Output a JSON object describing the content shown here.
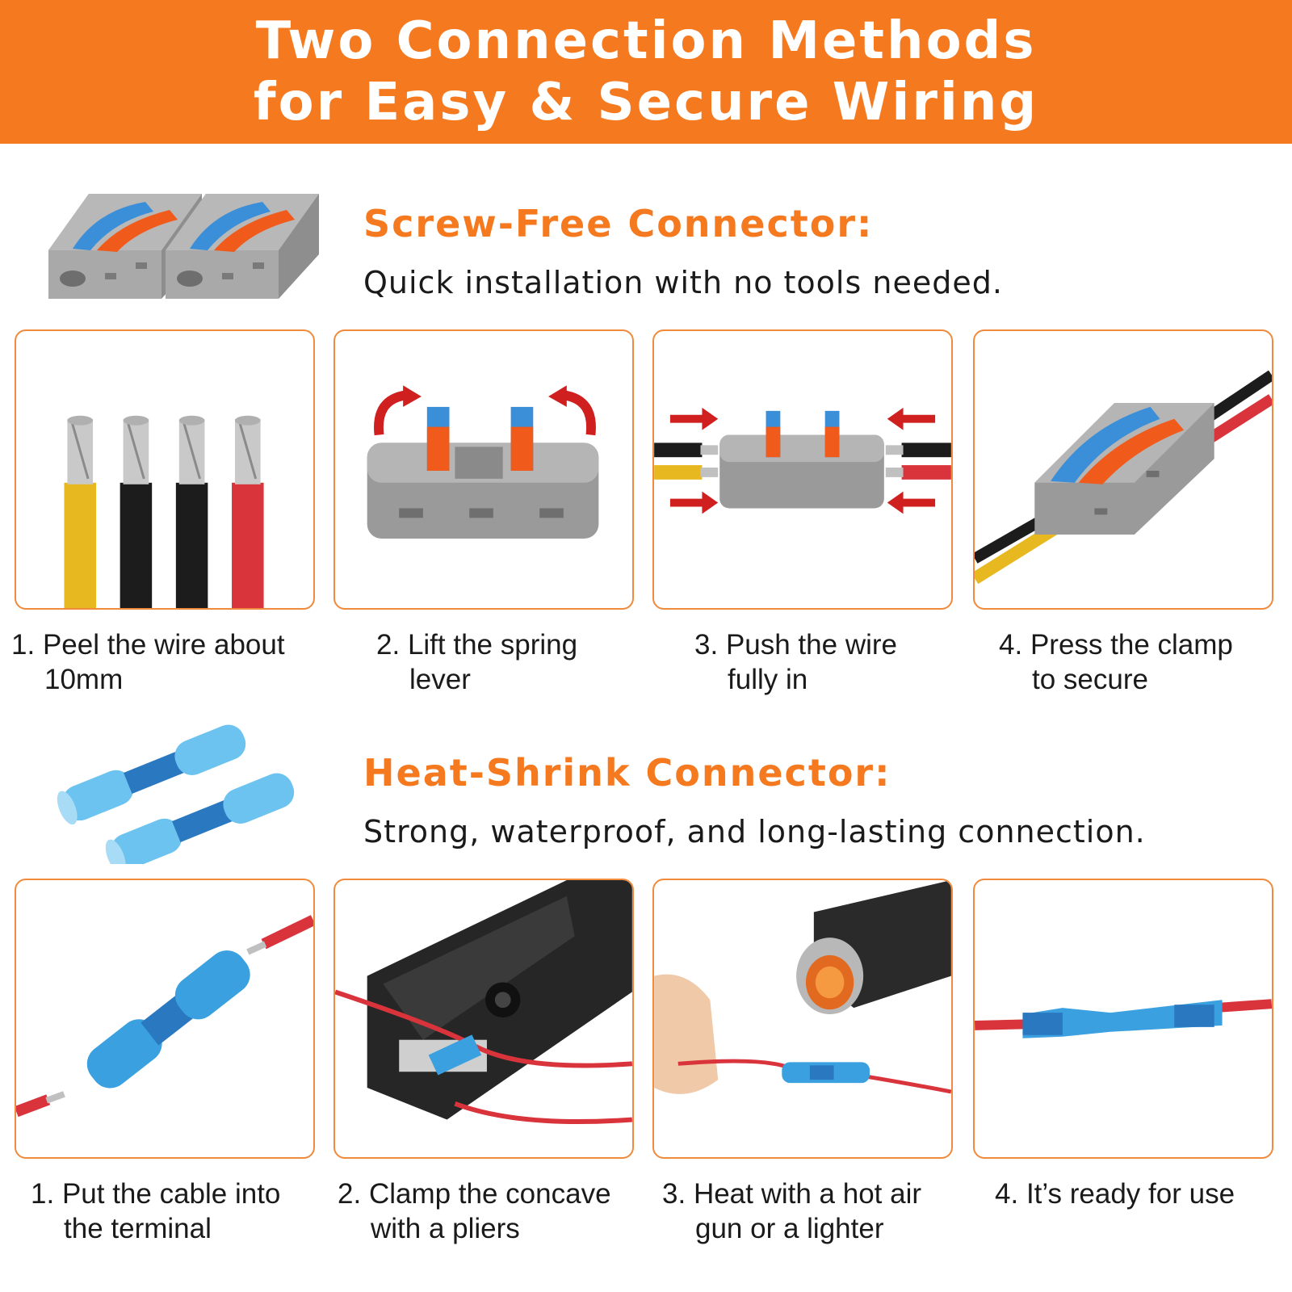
{
  "banner": {
    "line1": "Two Connection Methods",
    "line2": "for Easy & Secure Wiring",
    "color": "#f5791f"
  },
  "screw_free": {
    "title": "Screw-Free Connector:",
    "subtitle": "Quick installation with no tools needed.",
    "steps": [
      {
        "num": "1.",
        "line1": "Peel the wire about",
        "line2": "10mm"
      },
      {
        "num": "2.",
        "line1": "Lift the spring",
        "line2": "lever"
      },
      {
        "num": "3.",
        "line1": "Push the wire",
        "line2": "fully in"
      },
      {
        "num": "4.",
        "line1": "Press the clamp",
        "line2": "to secure"
      }
    ]
  },
  "heat_shrink": {
    "title": "Heat-Shrink Connector:",
    "subtitle": "Strong, waterproof, and long-lasting connection.",
    "steps": [
      {
        "num": "1.",
        "line1": "Put the cable into",
        "line2": "the terminal"
      },
      {
        "num": "2.",
        "line1": "Clamp the concave",
        "line2": "with a pliers"
      },
      {
        "num": "3.",
        "line1": "Heat with a hot air",
        "line2": "gun or a lighter"
      },
      {
        "num": "4.",
        "line1": "It’s ready for use",
        "line2": ""
      }
    ]
  },
  "colors": {
    "accent": "#f5791f",
    "connector_gray": "#9a9a9a",
    "lever_blue": "#3a8fd8",
    "lever_orange": "#f05a1a",
    "wire_red": "#d9343c",
    "wire_yellow": "#e8b820",
    "tube_blue": "#3aa0e0"
  }
}
